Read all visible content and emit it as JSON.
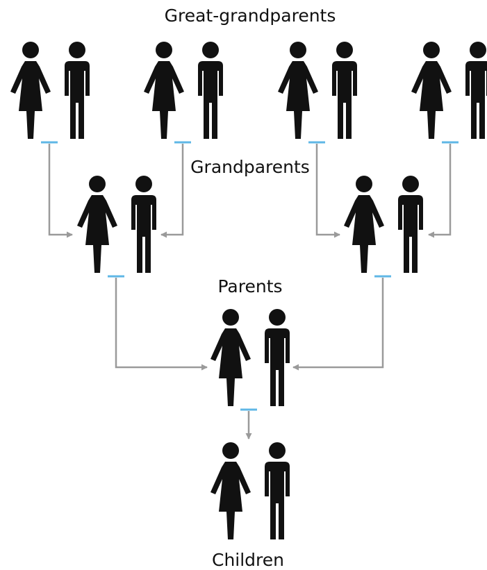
{
  "labels": {
    "great_grandparents": "Great-grandparents",
    "grandparents": "Grandparents",
    "parents": "Parents",
    "children": "Children"
  },
  "colors": {
    "figure": "#111111",
    "connector": "#9a9a9a",
    "marriage_bar": "#5fb7e6",
    "text": "#111111",
    "background": "#ffffff"
  },
  "icons": {
    "female": "woman-figure-icon",
    "male": "man-figure-icon"
  }
}
